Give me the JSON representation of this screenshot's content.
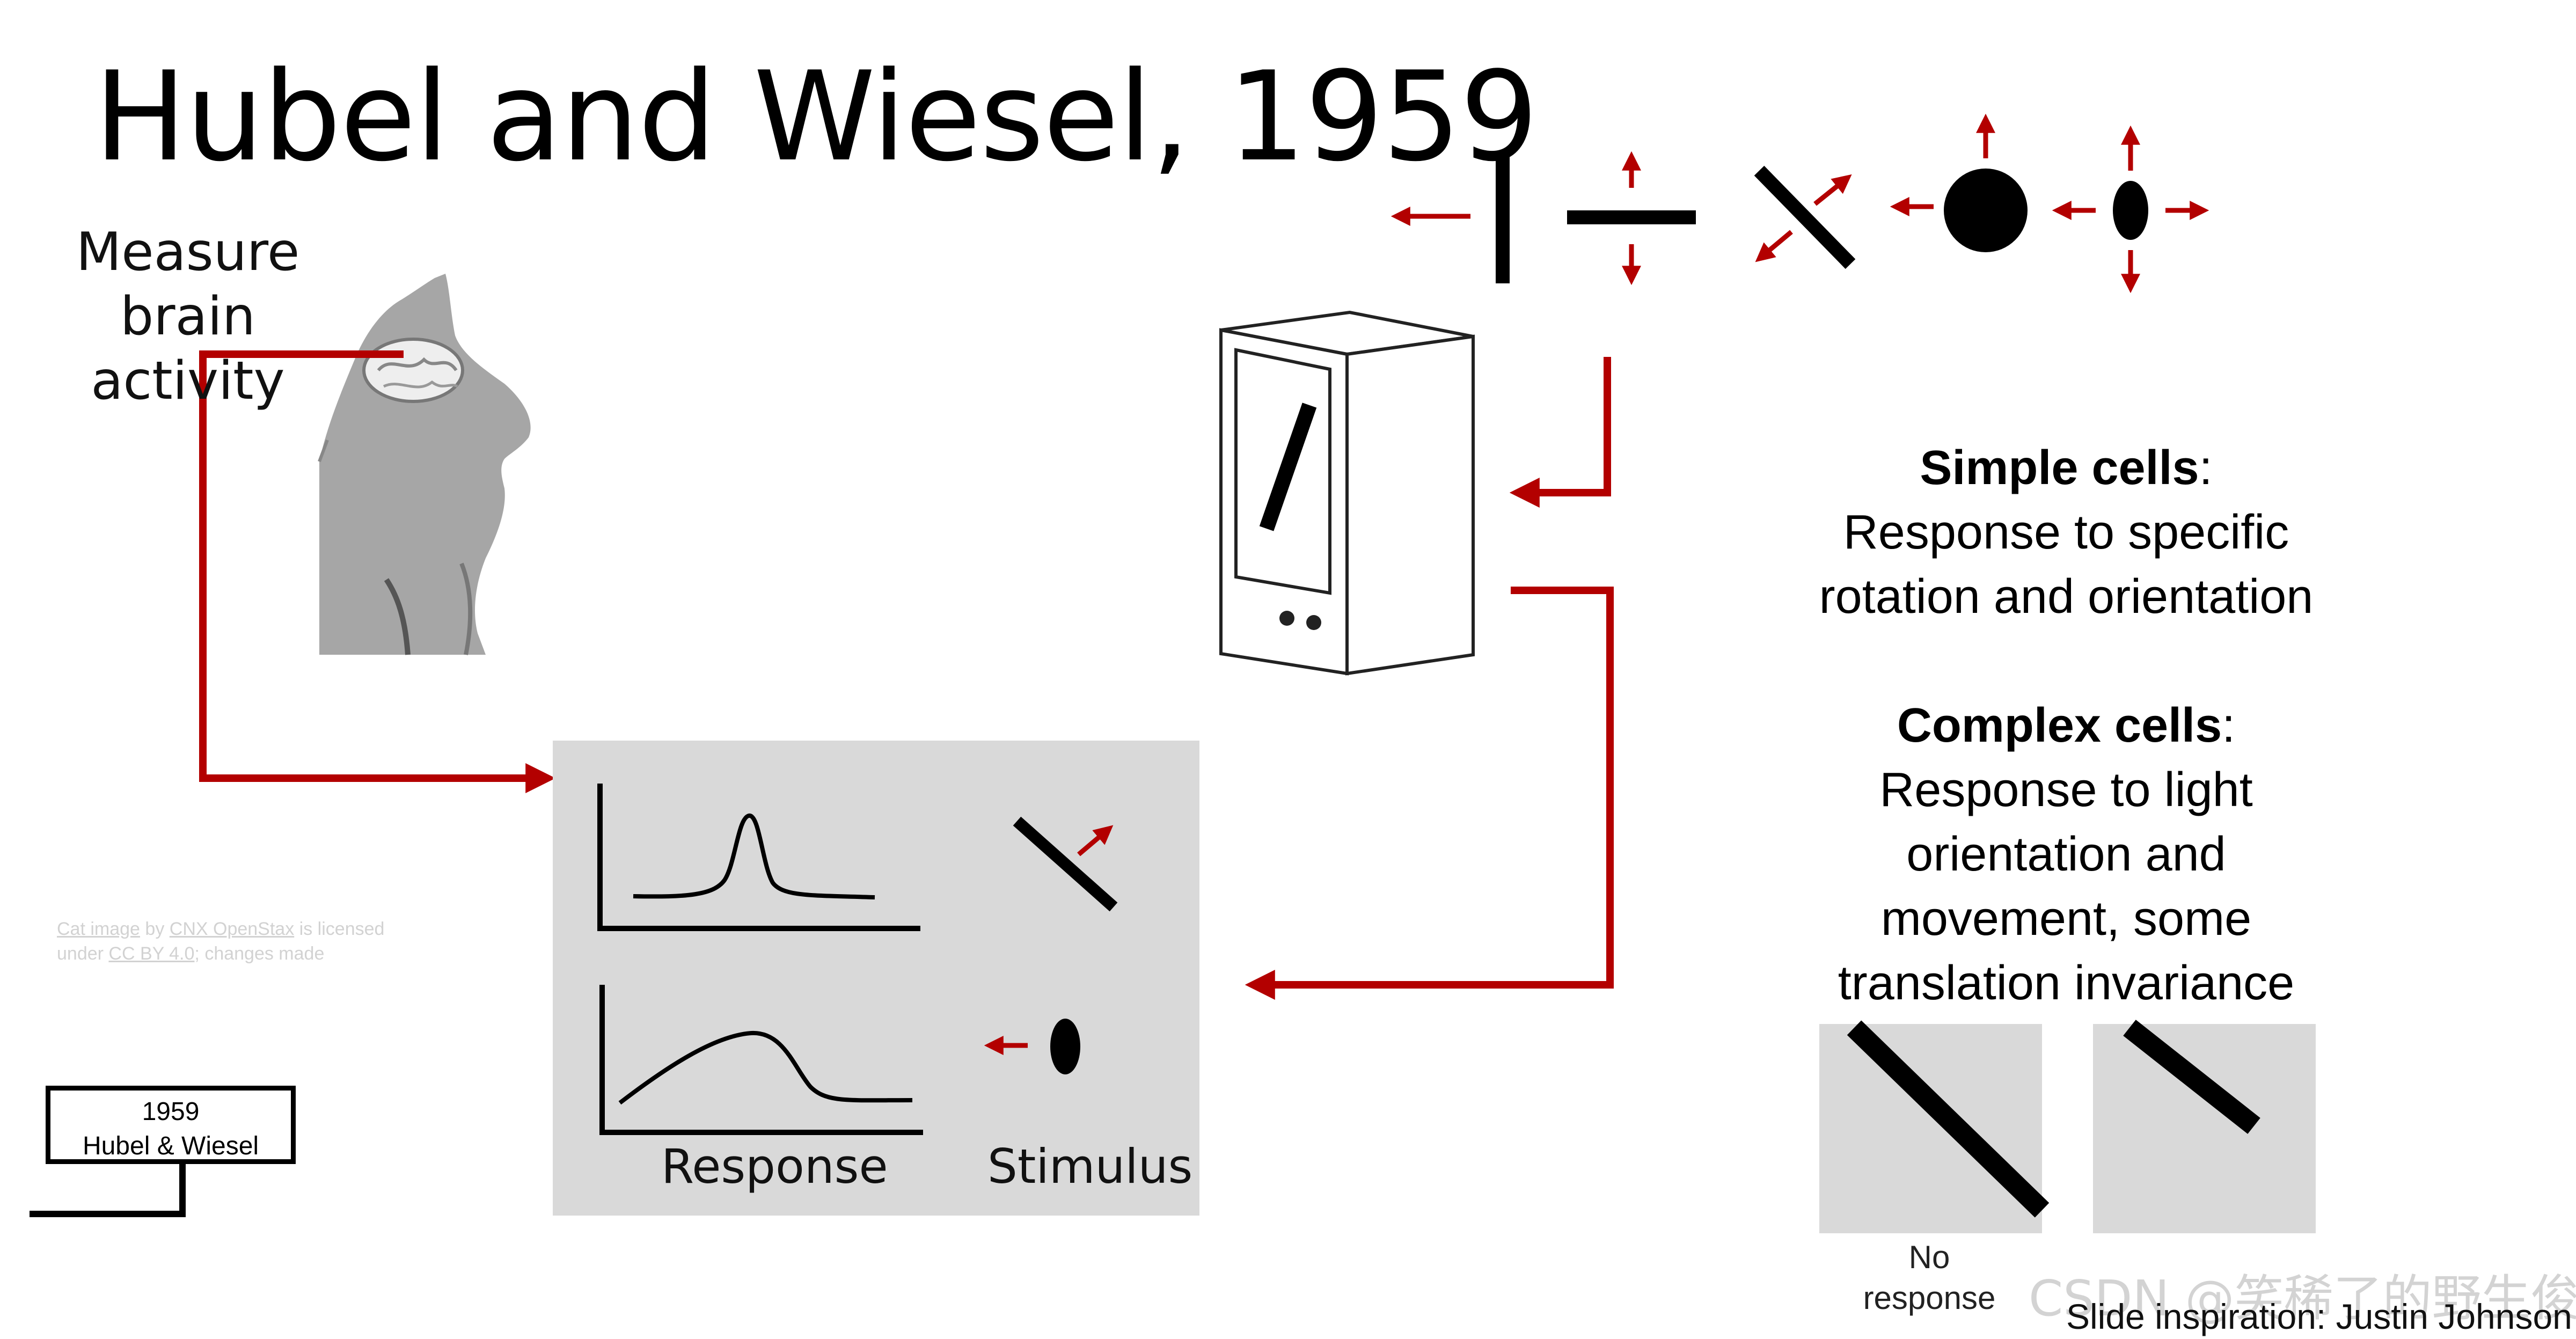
{
  "title": "Hubel and Wiesel, 1959",
  "measure_label_line1": "Measure",
  "measure_label_line2": "brain activity",
  "credit": {
    "cat_image": "Cat image",
    "by": " by ",
    "source": "CNX OpenStax",
    "licensed": " is licensed",
    "under": "under ",
    "license": "CC BY 4.0",
    "changes": "; changes made"
  },
  "citation": {
    "year": "1959",
    "authors": "Hubel & Wiesel"
  },
  "response_panel": {
    "response_label": "Response",
    "stimulus_label": "Stimulus"
  },
  "simple_cells": {
    "heading": "Simple cells",
    "colon": ":",
    "line1": "Response to specific",
    "line2": "rotation and orientation"
  },
  "complex_cells": {
    "heading": "Complex cells",
    "colon": ":",
    "line1": "Response to light",
    "line2": "orientation and",
    "line3": "movement, some",
    "line4": "translation invariance"
  },
  "no_response_line1": "No",
  "no_response_line2": "response",
  "inspiration": "Slide inspiration: Justin Johnson",
  "watermark": "CSDN @笑稀了的野生俊",
  "colors": {
    "arrow_red": "#b30000",
    "panel_gray": "#d9d9d9",
    "cat_gray": "#a6a6a6",
    "ink": "#000000"
  },
  "icons": [
    "cat-image",
    "brain-icon",
    "computer-monitor-icon",
    "vertical-bar-stimulus-icon",
    "horizontal-bar-stimulus-icon",
    "diagonal-bar-stimulus-icon",
    "dot-stimulus-icon",
    "ellipse-stimulus-icon"
  ]
}
